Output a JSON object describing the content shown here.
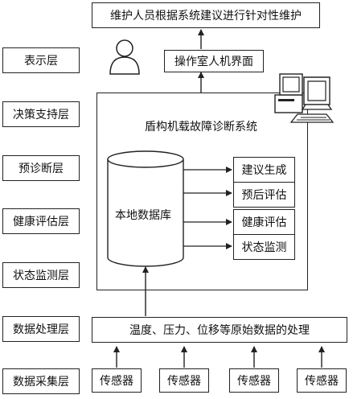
{
  "top_box": "维护人员根据系统建议进行针对性维护",
  "hmi_box": "操作室人机界面",
  "system_title": "盾构机载故障诊断系统",
  "database_label": "本地数据库",
  "evaluations": [
    "建议生成",
    "预后评估",
    "健康评估",
    "状态监测"
  ],
  "layers": [
    "表示层",
    "决策支持层",
    "预诊断层",
    "健康评估层",
    "状态监测层",
    "数据处理层",
    "数据采集层"
  ],
  "processing_box": "温度、压力、位移等原始数据的处理",
  "sensors": [
    "传感器",
    "传感器",
    "传感器",
    "传感器"
  ],
  "icons": {
    "person": "operator-person-icon",
    "computer": "desktop-computer-icon"
  }
}
